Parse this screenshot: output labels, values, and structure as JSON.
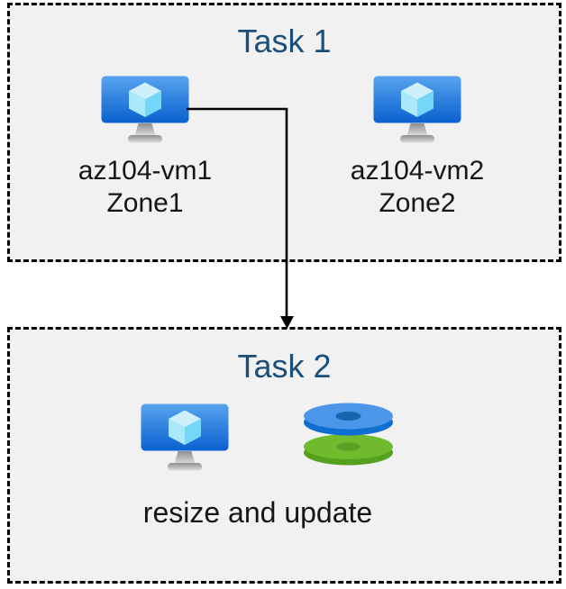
{
  "colors": {
    "canvas_bg": "#ffffff",
    "box_fill": "#f1f1f1",
    "box_border": "#000000",
    "title": "#1b4e79",
    "label": "#151515",
    "arrow": "#000000",
    "vm_screen_top": "#57a4ef",
    "vm_screen_bottom": "#0a60cf",
    "disk_blue_top": "#4c96e9",
    "disk_blue_side": "#0f6fd0",
    "disk_green_top": "#70ba2d",
    "disk_green_side": "#55a01e"
  },
  "tasks": [
    {
      "title": "Task 1",
      "vms": [
        {
          "icon": "virtual-machine-icon",
          "name": "az104-vm1",
          "zone": "Zone1"
        },
        {
          "icon": "virtual-machine-icon",
          "name": "az104-vm2",
          "zone": "Zone2"
        }
      ]
    },
    {
      "title": "Task 2",
      "icons": [
        "virtual-machine-icon",
        "managed-disks-icon"
      ],
      "caption": "resize and update"
    }
  ],
  "connector": {
    "type": "elbow-arrow",
    "from": "az104-vm1",
    "to": "Task 2"
  }
}
